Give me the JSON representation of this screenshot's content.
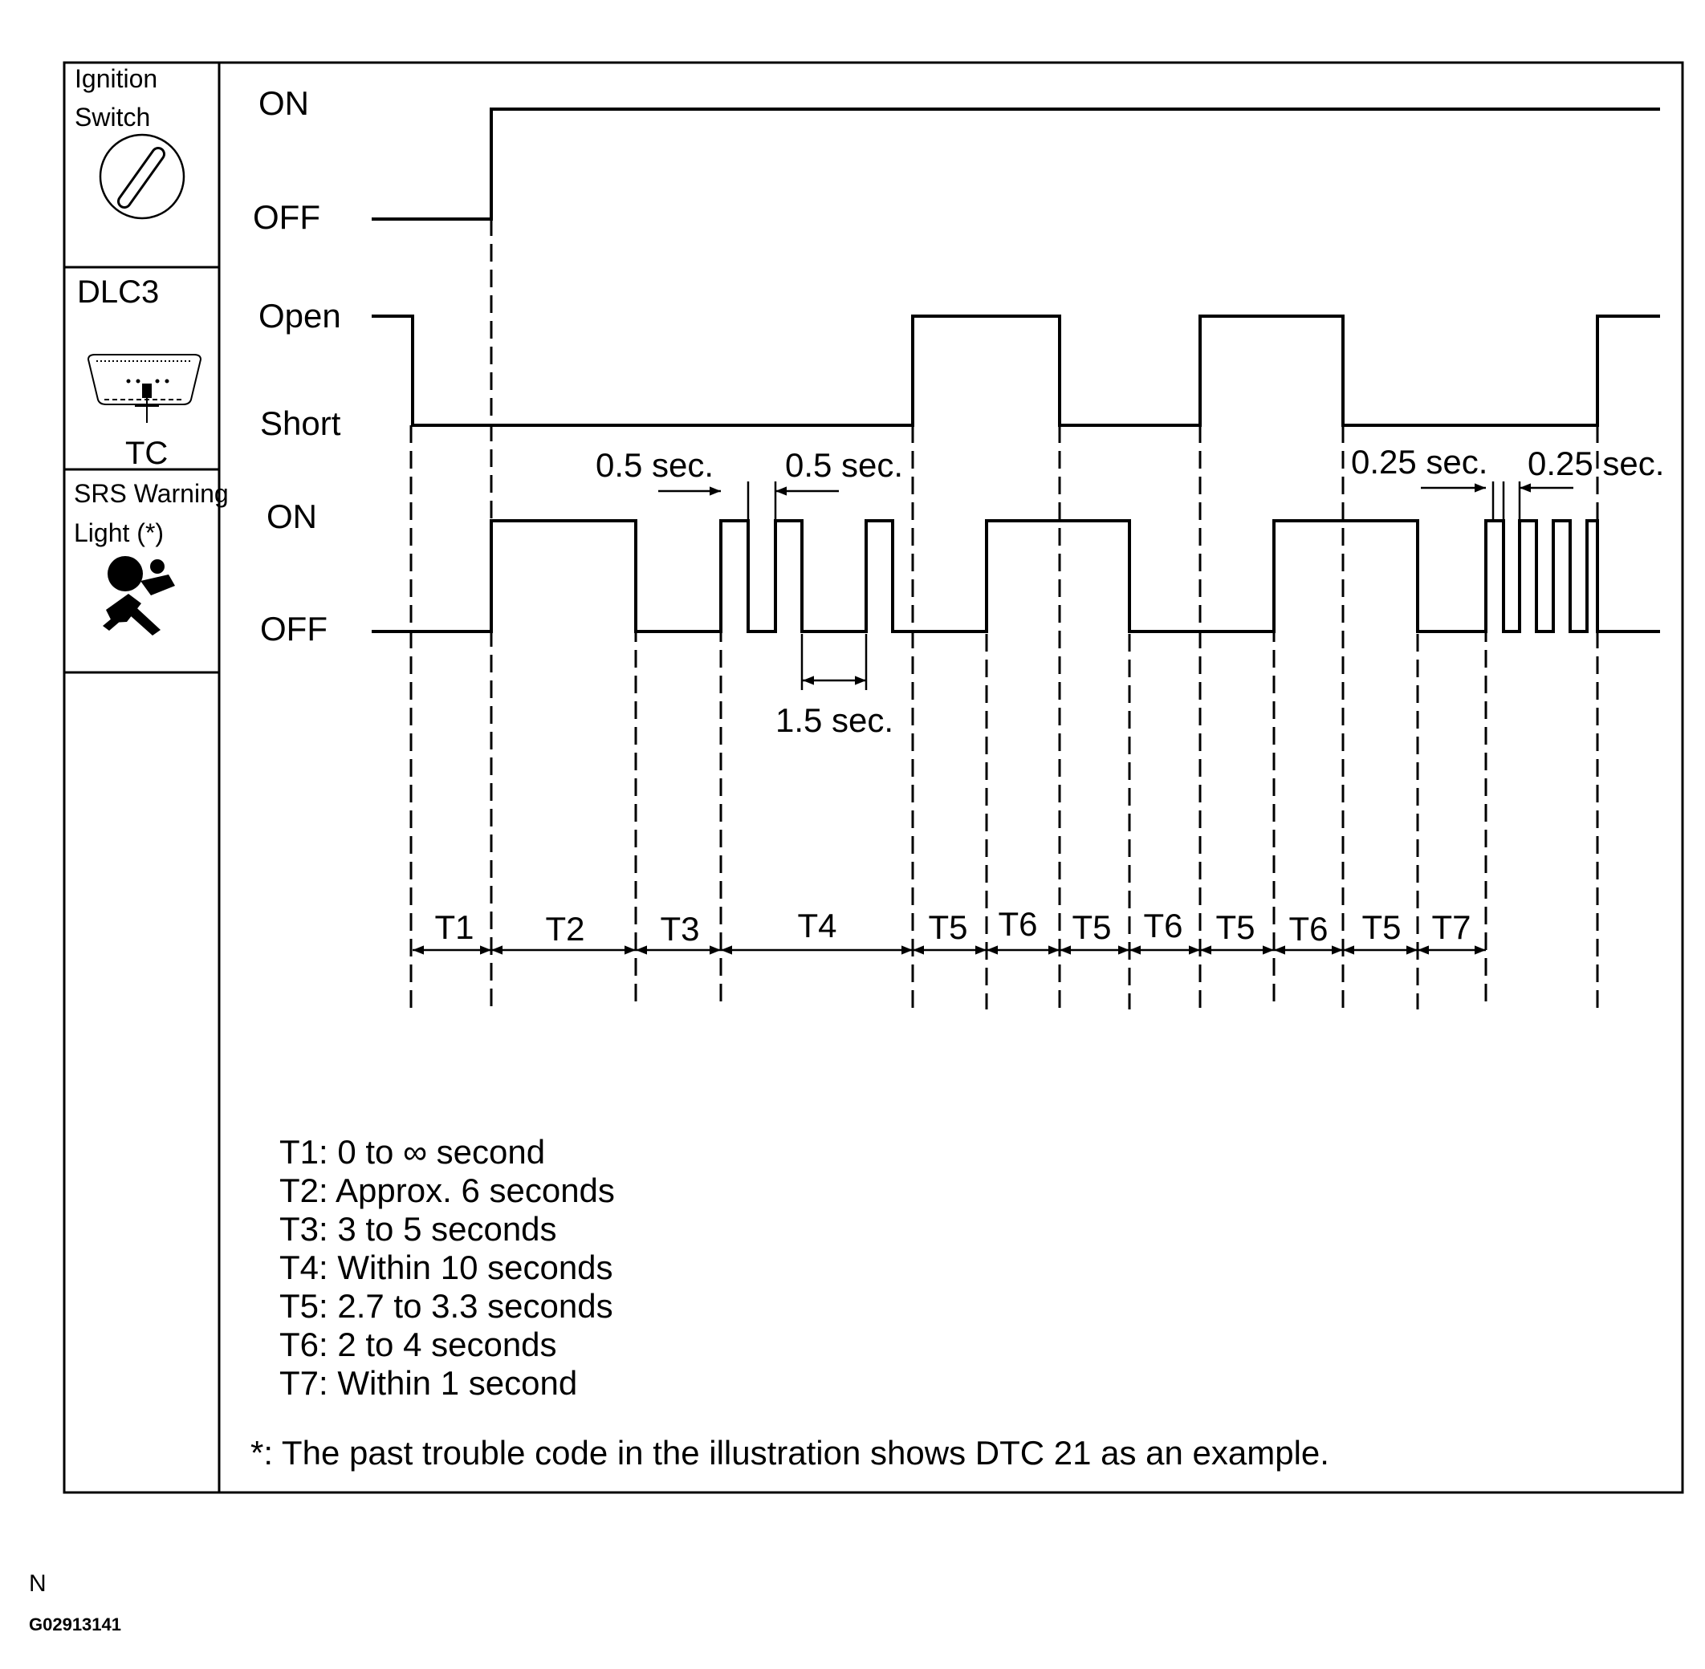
{
  "rows": {
    "ignition": {
      "label_line1": "Ignition",
      "label_line2": "Switch",
      "icon": "ignition-key-icon",
      "state_high": "ON",
      "state_low": "OFF"
    },
    "dlc3": {
      "label": "DLC3",
      "terminal": "TC",
      "icon": "dlc3-connector-icon",
      "state_high": "Open",
      "state_low": "Short"
    },
    "srs": {
      "label_line1": "SRS Warning",
      "label_line2": "Light (*)",
      "icon": "airbag-warning-icon",
      "state_high": "ON",
      "state_low": "OFF"
    }
  },
  "annotations": {
    "half_sec_left": "0.5 sec.",
    "half_sec_right": "0.5 sec.",
    "one_five_sec": "1.5 sec.",
    "quarter_sec_left": "0.25 sec.",
    "quarter_sec_right": "0.25 sec."
  },
  "intervals": [
    "T1",
    "T2",
    "T3",
    "T4",
    "T5",
    "T6",
    "T5",
    "T6",
    "T5",
    "T6",
    "T5",
    "T7"
  ],
  "legend": [
    "T1: 0 to ∞ second",
    "T2: Approx. 6 seconds",
    "T3: 3 to 5 seconds",
    "T4: Within 10 seconds",
    "T5: 2.7 to 3.3 seconds",
    "T6: 2 to 4 seconds",
    "T7: Within 1 second"
  ],
  "note": "*: The past trouble code in the illustration shows DTC 21 as an example.",
  "footer": {
    "letter": "N",
    "figure_id": "G02913141"
  }
}
